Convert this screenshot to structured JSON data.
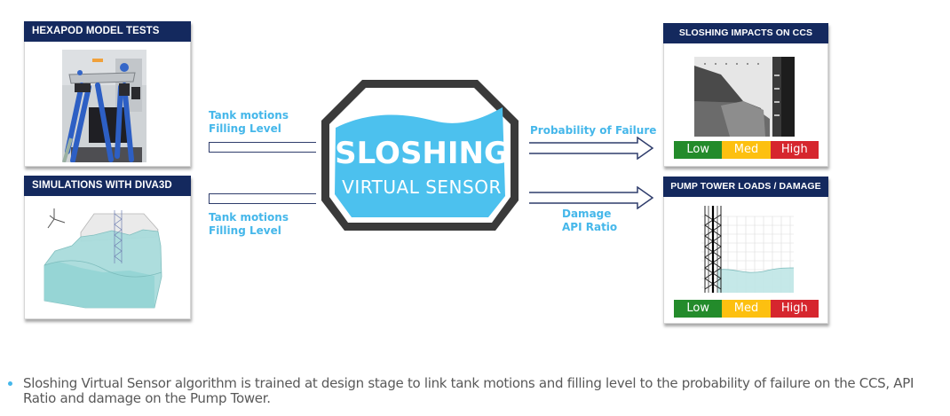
{
  "inputs": {
    "hexapod_panel": {
      "title": "HEXAPOD MODEL TESTS",
      "image": "hexapod-rig-photo"
    },
    "simulation_panel": {
      "title": "SIMULATIONS WITH DIVA3D",
      "image": "tank-sloshing-simulation"
    },
    "flow_top": {
      "line1": "Tank motions",
      "line2": "Filling Level"
    },
    "flow_bottom": {
      "line1": "Tank motions",
      "line2": "Filling Level"
    }
  },
  "sensor": {
    "line1": "SLOSHING",
    "line2": "VIRTUAL SENSOR",
    "fill_color": "#4cc1ee",
    "frame_color": "#3a3a3a"
  },
  "outputs": {
    "flow_top": {
      "label": "Probability of Failure"
    },
    "flow_bottom": {
      "line1": "Damage",
      "line2": "API Ratio"
    },
    "ccs_panel": {
      "title": "SLOSHING IMPACTS ON CCS",
      "image": "ccs-impact-photo",
      "levels": [
        {
          "label": "Low",
          "color": "#238b2b"
        },
        {
          "label": "Med",
          "color": "#fdc010"
        },
        {
          "label": "High",
          "color": "#d6262e"
        }
      ]
    },
    "pump_panel": {
      "title": "PUMP TOWER LOADS / DAMAGE",
      "image": "pump-tower-simulation",
      "levels": [
        {
          "label": "Low",
          "color": "#238b2b"
        },
        {
          "label": "Med",
          "color": "#fdc010"
        },
        {
          "label": "High",
          "color": "#d6262e"
        }
      ]
    }
  },
  "footer": {
    "bullet": "Sloshing Virtual Sensor algorithm is trained at design stage to link tank motions and filling level to the probability of failure on the CCS, API Ratio and damage on the Pump Tower."
  },
  "colors": {
    "header_navy": "#14295e",
    "accent_blue": "#45b7ea",
    "arrow_navy": "#2f3d6c"
  }
}
